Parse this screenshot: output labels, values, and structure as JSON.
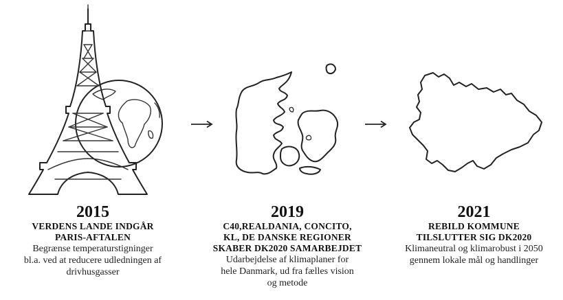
{
  "steps": [
    {
      "year": "2015",
      "heading_lines": [
        "VERDENS LANDE INDGÅR",
        "PARIS-AFTALEN"
      ],
      "desc_lines": [
        "Begrænse temperaturstigninger",
        "bl.a. ved at reducere udledningen af",
        "drivhusgasser"
      ],
      "icon": "eiffel-tower-globe-icon"
    },
    {
      "year": "2019",
      "heading_lines": [
        "C40,REALDANIA, CONCITO,",
        "KL, DE DANSKE REGIONER",
        "SKABER DK2020 SAMARBEJDET"
      ],
      "desc_lines": [
        "Udarbejdelse af klimaplaner for",
        "hele Danmark, ud fra fælles vision",
        "og metode"
      ],
      "icon": "denmark-map-icon"
    },
    {
      "year": "2021",
      "heading_lines": [
        "REBILD KOMMUNE",
        "TILSLUTTER SIG DK2020"
      ],
      "desc_lines": [
        "Klimaneutral og klimarobust i 2050",
        "gennem lokale mål og handlinger"
      ],
      "icon": "rebild-municipality-map-icon"
    }
  ],
  "connector_icon": "arrow-right-icon"
}
